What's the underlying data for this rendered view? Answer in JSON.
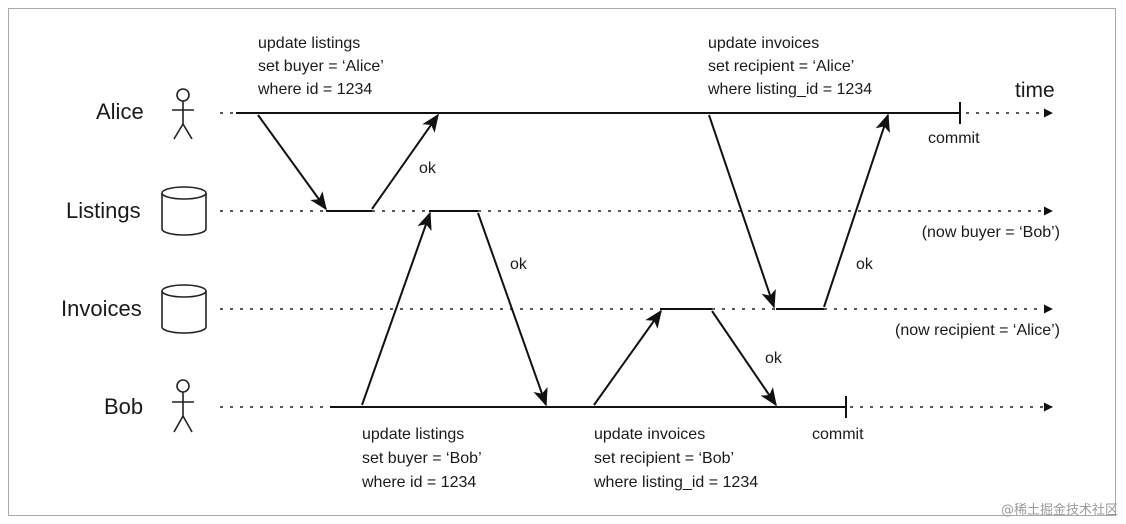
{
  "actors": {
    "alice": "Alice",
    "listings": "Listings",
    "invoices": "Invoices",
    "bob": "Bob"
  },
  "time_label": "time",
  "alice_query_1": [
    "update listings",
    "set buyer = ‘Alice’",
    "where id = 1234"
  ],
  "alice_query_2": [
    "update invoices",
    "set recipient = ‘Alice’",
    "where listing_id = 1234"
  ],
  "bob_query_1": [
    "update listings",
    "set buyer = ‘Bob’",
    "where id = 1234"
  ],
  "bob_query_2": [
    "update invoices",
    "set recipient = ‘Bob’",
    "where listing_id = 1234"
  ],
  "ok": "ok",
  "commit": "commit",
  "listings_result": "(now buyer = ‘Bob’)",
  "invoices_result": "(now recipient = ‘Alice’)",
  "watermark": "@稀土掘金技术社区",
  "icons": {
    "person": "person-icon",
    "database": "database-icon"
  }
}
